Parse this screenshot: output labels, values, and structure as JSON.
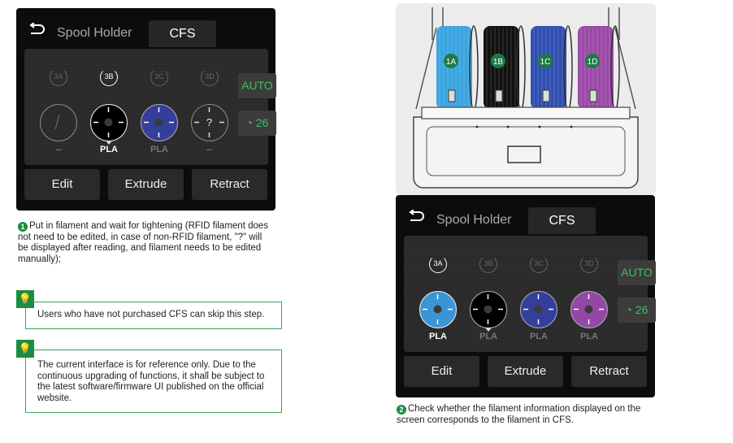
{
  "panels": [
    {
      "back_label": "Spool Holder",
      "active_tab": "CFS",
      "auto": "AUTO",
      "humidity": "26",
      "buttons": [
        "Edit",
        "Extrude",
        "Retract"
      ],
      "slots": [
        {
          "id": "3A",
          "label": "--",
          "color": "",
          "state": "empty",
          "active": false
        },
        {
          "id": "3B",
          "label": "PLA",
          "color": "#000000",
          "state": "filled",
          "active": true
        },
        {
          "id": "3C",
          "label": "PLA",
          "color": "#343f9c",
          "state": "filled",
          "active": false
        },
        {
          "id": "3D",
          "label": "--",
          "color": "",
          "state": "unknown",
          "active": false
        }
      ],
      "selected": 1
    },
    {
      "back_label": "Spool Holder",
      "active_tab": "CFS",
      "auto": "AUTO",
      "humidity": "26",
      "buttons": [
        "Edit",
        "Extrude",
        "Retract"
      ],
      "slots": [
        {
          "id": "3A",
          "label": "PLA",
          "color": "#3b95d4",
          "state": "filled",
          "active": true
        },
        {
          "id": "3B",
          "label": "PLA",
          "color": "#000000",
          "state": "filled",
          "active": false
        },
        {
          "id": "3C",
          "label": "PLA",
          "color": "#343f9c",
          "state": "filled",
          "active": false
        },
        {
          "id": "3D",
          "label": "PLA",
          "color": "#9348a6",
          "state": "filled",
          "active": false
        }
      ],
      "selected": 1
    }
  ],
  "illustration": {
    "spools": [
      {
        "label": "1A",
        "color": "#3aa4e0"
      },
      {
        "label": "1B",
        "color": "#111111"
      },
      {
        "label": "1C",
        "color": "#2f4fb0"
      },
      {
        "label": "1D",
        "color": "#9a4aa6"
      }
    ]
  },
  "steps": [
    {
      "number": "1",
      "text": "Put in filament and wait for tightening (RFID filament does not need to be edited, in case of non-RFID filament, \"?\" will be displayed after reading, and filament needs to be edited manually);"
    },
    {
      "number": "2",
      "text": "Check whether the filament information displayed on the screen corresponds to the filament in CFS."
    }
  ],
  "tips": [
    "Users who have not purchased CFS can skip this step.",
    "The current interface is for reference only. Due to the continuous upgrading of functions, it shall be subject to the latest software/firmware UI published on the official website."
  ],
  "colors": {
    "accent": "#1e8c3e",
    "auto_green": "#3cc060"
  }
}
